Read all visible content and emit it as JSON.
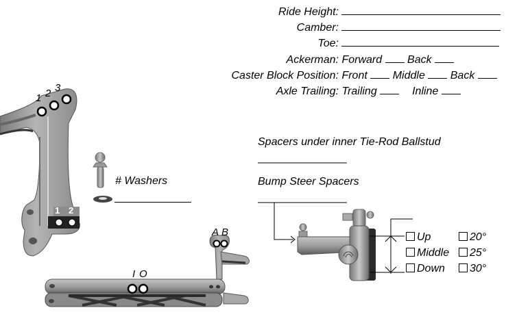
{
  "setup_fields": [
    {
      "label": "Ride Height:"
    },
    {
      "label": "Camber:"
    },
    {
      "label": "Toe:"
    }
  ],
  "ackerman": {
    "label": "Ackerman:",
    "options": [
      "Forward",
      "Back"
    ]
  },
  "caster_block": {
    "label": "Caster Block Position:",
    "options": [
      "Front",
      "Middle",
      "Back"
    ]
  },
  "axle_trailing": {
    "label": "Axle Trailing:",
    "options": [
      "Trailing",
      "Inline"
    ]
  },
  "tie_rod_spacers": {
    "label": "Spacers under inner Tie-Rod Ballstud"
  },
  "bump_steer": {
    "label": "Bump Steer Spacers"
  },
  "washers": {
    "label": "# Washers"
  },
  "tower_holes": {
    "labels": [
      "1",
      "2",
      "3"
    ]
  },
  "mount_holes": {
    "labels": [
      "1",
      "2"
    ]
  },
  "arm_holes": {
    "labels": [
      "I",
      "O"
    ]
  },
  "steering_holes": {
    "labels": [
      "A",
      "B"
    ]
  },
  "position_options": {
    "heights": [
      {
        "label": "Up",
        "checked": false
      },
      {
        "label": "Middle",
        "checked": false
      },
      {
        "label": "Down",
        "checked": false
      }
    ],
    "angles": [
      {
        "label": "20°",
        "checked": false
      },
      {
        "label": "25°",
        "checked": false
      },
      {
        "label": "30°",
        "checked": false
      }
    ]
  },
  "colors": {
    "part_gray": "#9a9a9a",
    "part_dark": "#3a3a3a",
    "line": "#000000"
  }
}
